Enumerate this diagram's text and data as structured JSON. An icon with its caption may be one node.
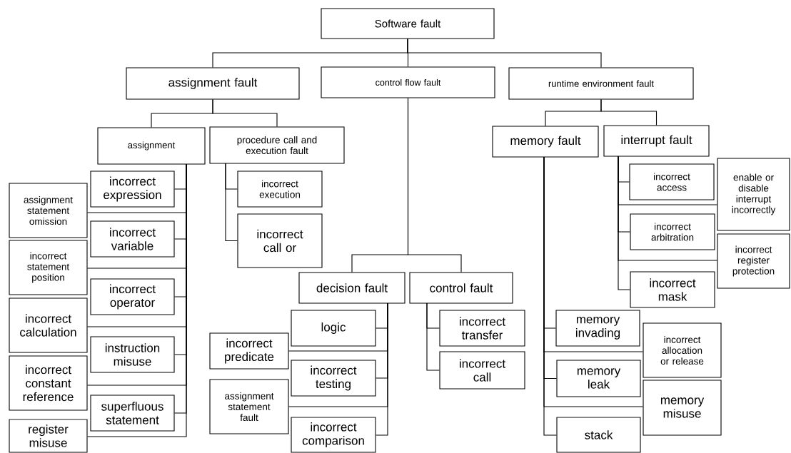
{
  "diagram": {
    "nodes": [
      {
        "text": [
          "Software fault"
        ]
      },
      {
        "text": [
          "assignment fault"
        ]
      },
      {
        "text": [
          "control flow fault"
        ]
      },
      {
        "text": [
          "runtime environment fault"
        ]
      },
      {
        "text": [
          "assignment"
        ]
      },
      {
        "text": [
          "procedure call and execution fault"
        ]
      },
      {
        "text": [
          "memory fault"
        ]
      },
      {
        "text": [
          "interrupt fault"
        ]
      },
      {
        "text": [
          "incorrect expression"
        ]
      },
      {
        "text": [
          "incorrect execution"
        ]
      },
      {
        "text": [
          "incorrect access"
        ]
      },
      {
        "text": [
          "enable or disable interrupt incorrectly"
        ]
      },
      {
        "text": [
          "assignment statement omission"
        ]
      },
      {
        "text": [
          "incorrect variable"
        ]
      },
      {
        "text": [
          "incorrect call or"
        ]
      },
      {
        "text": [
          "incorrect arbitration"
        ]
      },
      {
        "text": [
          "incorrect register protection"
        ]
      },
      {
        "text": [
          "incorrect statement position"
        ]
      },
      {
        "text": [
          "incorrect operator"
        ]
      },
      {
        "text": [
          "incorrect mask"
        ]
      },
      {
        "text": [
          "decision fault"
        ]
      },
      {
        "text": [
          "control fault"
        ]
      },
      {
        "text": [
          "incorrect calculation"
        ]
      },
      {
        "text": [
          "logic"
        ]
      },
      {
        "text": [
          "incorrect transfer"
        ]
      },
      {
        "text": [
          "memory invading"
        ]
      },
      {
        "text": [
          "incorrect allocation or release"
        ]
      },
      {
        "text": [
          "instruction misuse"
        ]
      },
      {
        "text": [
          "incorrect predicate"
        ]
      },
      {
        "text": [
          "incorrect call"
        ]
      },
      {
        "text": [
          "memory leak"
        ]
      },
      {
        "text": [
          "incorrect constant reference"
        ]
      },
      {
        "text": [
          "incorrect testing"
        ]
      },
      {
        "text": [
          "superfluous statement"
        ]
      },
      {
        "text": [
          "memory misuse"
        ]
      },
      {
        "text": [
          "assignment statement fault"
        ]
      },
      {
        "text": [
          "register misuse"
        ]
      },
      {
        "text": [
          "incorrect comparison"
        ]
      },
      {
        "text": [
          "stack"
        ]
      }
    ],
    "edges": [
      {
        "from": 0,
        "to": 1,
        "arrow": "none"
      },
      {
        "from": 0,
        "to": 2,
        "arrow": "none"
      },
      {
        "from": 0,
        "to": 3,
        "arrow": "none"
      },
      {
        "from": 1,
        "to": 4,
        "arrow": "none"
      },
      {
        "from": 1,
        "to": 5,
        "arrow": "none"
      },
      {
        "from": 3,
        "to": 6,
        "arrow": "none"
      },
      {
        "from": 3,
        "to": 7,
        "arrow": "none"
      },
      {
        "from": 4,
        "to": 8,
        "arrow": "none"
      },
      {
        "from": 4,
        "to": 12,
        "arrow": "none"
      },
      {
        "from": 4,
        "to": 13,
        "arrow": "none"
      },
      {
        "from": 4,
        "to": 17,
        "arrow": "none"
      },
      {
        "from": 4,
        "to": 18,
        "arrow": "none"
      },
      {
        "from": 4,
        "to": 22,
        "arrow": "none"
      },
      {
        "from": 4,
        "to": 27,
        "arrow": "none"
      },
      {
        "from": 4,
        "to": 31,
        "arrow": "none"
      },
      {
        "from": 4,
        "to": 33,
        "arrow": "none"
      },
      {
        "from": 4,
        "to": 36,
        "arrow": "none"
      },
      {
        "from": 5,
        "to": 9,
        "arrow": "none"
      },
      {
        "from": 5,
        "to": 14,
        "arrow": "none"
      },
      {
        "from": 7,
        "to": 10,
        "arrow": "none"
      },
      {
        "from": 7,
        "to": 11,
        "arrow": "none"
      },
      {
        "from": 7,
        "to": 15,
        "arrow": "none"
      },
      {
        "from": 7,
        "to": 16,
        "arrow": "none"
      },
      {
        "from": 7,
        "to": 19,
        "arrow": "none"
      },
      {
        "from": 2,
        "to": 20,
        "arrow": "none"
      },
      {
        "from": 2,
        "to": 21,
        "arrow": "none"
      },
      {
        "from": 20,
        "to": 23,
        "arrow": "none"
      },
      {
        "from": 20,
        "to": 28,
        "arrow": "none"
      },
      {
        "from": 20,
        "to": 32,
        "arrow": "none"
      },
      {
        "from": 20,
        "to": 35,
        "arrow": "none"
      },
      {
        "from": 20,
        "to": 37,
        "arrow": "none"
      },
      {
        "from": 21,
        "to": 24,
        "arrow": "none"
      },
      {
        "from": 21,
        "to": 29,
        "arrow": "none"
      },
      {
        "from": 6,
        "to": 25,
        "arrow": "none"
      },
      {
        "from": 6,
        "to": 26,
        "arrow": "none"
      },
      {
        "from": 6,
        "to": 30,
        "arrow": "none"
      },
      {
        "from": 6,
        "to": 34,
        "arrow": "none"
      },
      {
        "from": 6,
        "to": 38,
        "arrow": "none"
      }
    ]
  }
}
